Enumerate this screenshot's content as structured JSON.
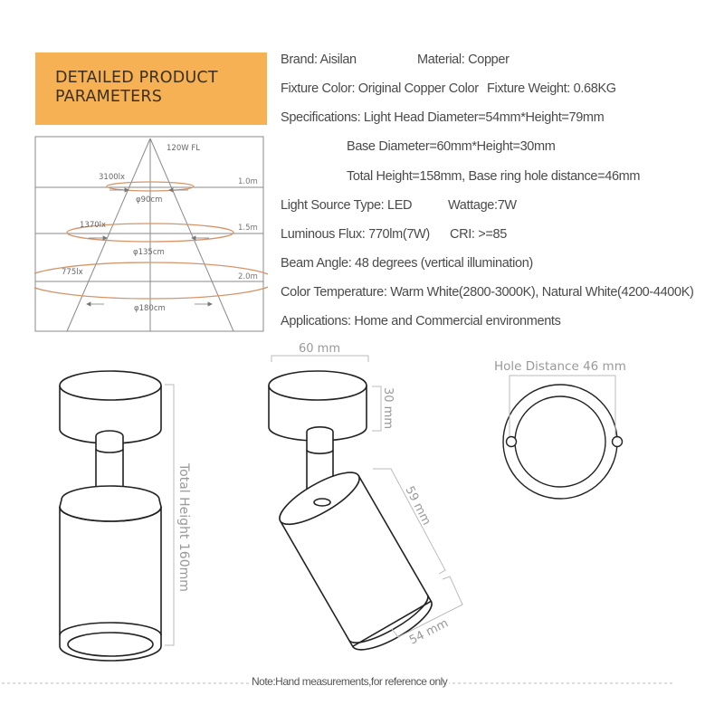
{
  "header": {
    "title_line1": "DETAILED PRODUCT",
    "title_line2": "PARAMETERS",
    "background_color": "#f5b153"
  },
  "beam_diagram": {
    "title": "120W FL",
    "levels": [
      {
        "distance": "1.0m",
        "lux": "3100lx",
        "diameter": "φ90cm"
      },
      {
        "distance": "1.5m",
        "lux": "1370lx",
        "diameter": "φ135cm"
      },
      {
        "distance": "2.0m",
        "lux": "775lx",
        "diameter": "φ180cm"
      }
    ],
    "ellipse_color": "#d4956a"
  },
  "specs": {
    "brand": "Brand: Aisilan",
    "material": "Material: Copper",
    "fixture_color": "Fixture Color: Original Copper Color",
    "fixture_weight": "Fixture Weight: 0.68KG",
    "specifications": "Specifications: Light Head Diameter=54mm*Height=79mm",
    "base": "Base Diameter=60mm*Height=30mm",
    "total": "Total Height=158mm, Base ring hole distance=46mm",
    "light_source": "Light Source Type: LED",
    "wattage": "Wattage:7W",
    "luminous_flux": "Luminous Flux: 770lm(7W)",
    "cri": "CRI: >=85",
    "beam_angle": "Beam Angle: 48 degrees (vertical illumination)",
    "color_temperature": "Color Temperature: Warm White(2800-3000K), Natural White(4200-4400K)",
    "applications": "Applications: Home and Commercial environments"
  },
  "drawings": {
    "total_height": "Total Height 160mm",
    "base_width": "60 mm",
    "base_height": "30 mm",
    "head_length": "59 mm",
    "head_diameter": "54 mm",
    "hole_distance": "Hole Distance 46 mm"
  },
  "footer": {
    "note": "Note:Hand measurements,for reference only"
  }
}
